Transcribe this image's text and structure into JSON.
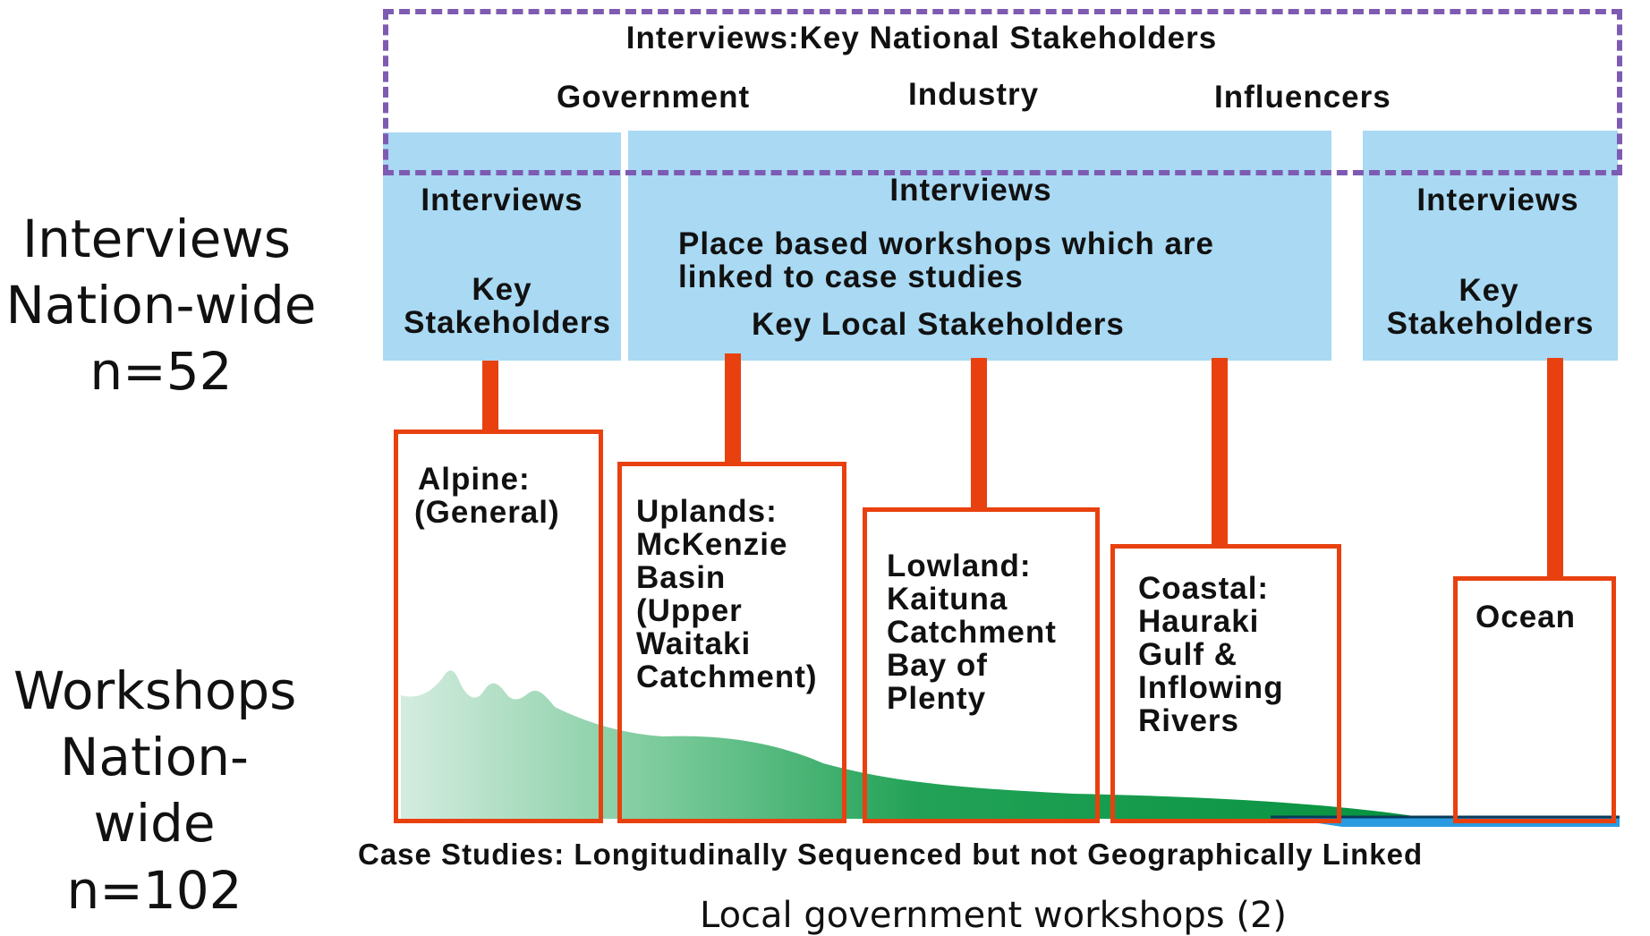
{
  "left_labels": {
    "interviews": [
      "Interviews",
      "Nation-wide",
      "n=52"
    ],
    "workshops": [
      "Workshops",
      "Nation-wide",
      "n=102"
    ]
  },
  "national": {
    "title": "Interviews:Key National Stakeholders",
    "groups": [
      "Government",
      "Industry",
      "Influencers"
    ]
  },
  "blue_boxes": {
    "left": {
      "top": "Interviews",
      "bottom": [
        "Key",
        "Stakeholders"
      ]
    },
    "middle": {
      "top": "Interviews",
      "mid": [
        "Place based workshops which are",
        "linked to case studies"
      ],
      "bottom": "Key Local Stakeholders"
    },
    "right": {
      "top": "Interviews",
      "bottom": [
        "Key",
        "Stakeholders"
      ]
    }
  },
  "case_studies": [
    {
      "lines": [
        "Alpine:",
        "(General)"
      ]
    },
    {
      "lines": [
        "Uplands:",
        "McKenzie",
        "Basin",
        "(Upper",
        "Waitaki",
        "Catchment)"
      ]
    },
    {
      "lines": [
        "Lowland:",
        "Kaituna",
        "Catchment",
        "Bay of",
        "Plenty"
      ]
    },
    {
      "lines": [
        "Coastal:",
        "Hauraki",
        "Gulf &",
        "Inflowing",
        "Rivers"
      ]
    },
    {
      "lines": [
        "Ocean"
      ]
    }
  ],
  "footer": {
    "case_studies_caption": "Case Studies: Longitudinally Sequenced but not Geographically Linked",
    "local_government": "Local government workshops (2)"
  },
  "colors": {
    "accent_orange": "#e8410f",
    "blue_box": "#a9d9f3",
    "dashed_purple": "#7e5bb2",
    "terrain_light": "#cfe9dc",
    "terrain_dark": "#0a9a48",
    "ocean": "#2a9be0"
  }
}
